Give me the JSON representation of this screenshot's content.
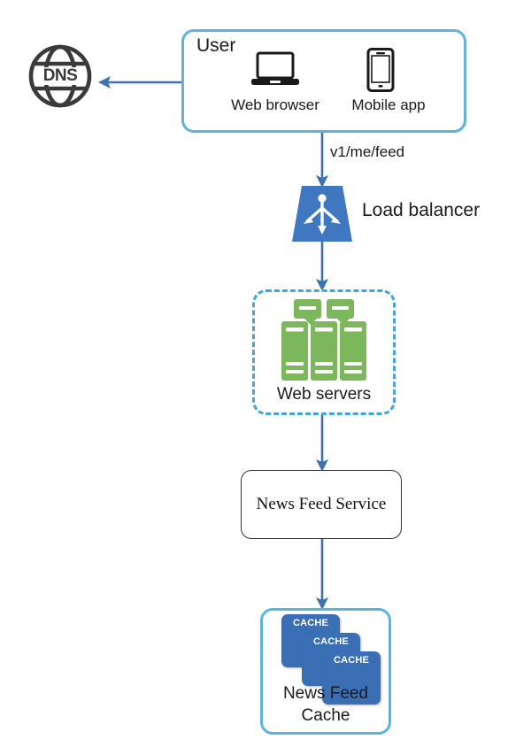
{
  "diagram": {
    "title": "News Feed System Architecture",
    "colors": {
      "accent_blue": "#5eb3dd",
      "dashed_blue": "#41a6dd",
      "arrow_blue": "#3d72b0",
      "load_balancer_blue": "#3f77c0",
      "server_green": "#7cb75c",
      "cache_blue": "#3a6fb5",
      "dns_gray": "#3a3a3a",
      "text_dark": "#1a1a1a",
      "box_outline": "#333333",
      "background": "#ffffff"
    }
  },
  "nodes": {
    "dns": {
      "label": "DNS",
      "icon": "globe-icon"
    },
    "user": {
      "title": "User",
      "devices": [
        {
          "label": "Web browser",
          "icon": "laptop-icon"
        },
        {
          "label": "Mobile app",
          "icon": "smartphone-icon"
        }
      ]
    },
    "load_balancer": {
      "label": "Load balancer",
      "icon": "load-balancer-icon"
    },
    "web_servers": {
      "label": "Web servers",
      "icon": "server-rack-icon"
    },
    "news_feed_service": {
      "label": "News Feed Service"
    },
    "news_feed_cache": {
      "label_line1": "News Feed",
      "label_line2": "Cache",
      "cards": [
        {
          "label": "CACHE"
        },
        {
          "label": "CACHE"
        },
        {
          "label": "CACHE"
        }
      ]
    }
  },
  "connectors": [
    {
      "from": "user",
      "to": "dns",
      "label": ""
    },
    {
      "from": "user",
      "to": "load_balancer",
      "label": "v1/me/feed"
    },
    {
      "from": "load_balancer",
      "to": "web_servers",
      "label": ""
    },
    {
      "from": "web_servers",
      "to": "news_feed_service",
      "label": ""
    },
    {
      "from": "news_feed_service",
      "to": "news_feed_cache",
      "label": ""
    }
  ]
}
